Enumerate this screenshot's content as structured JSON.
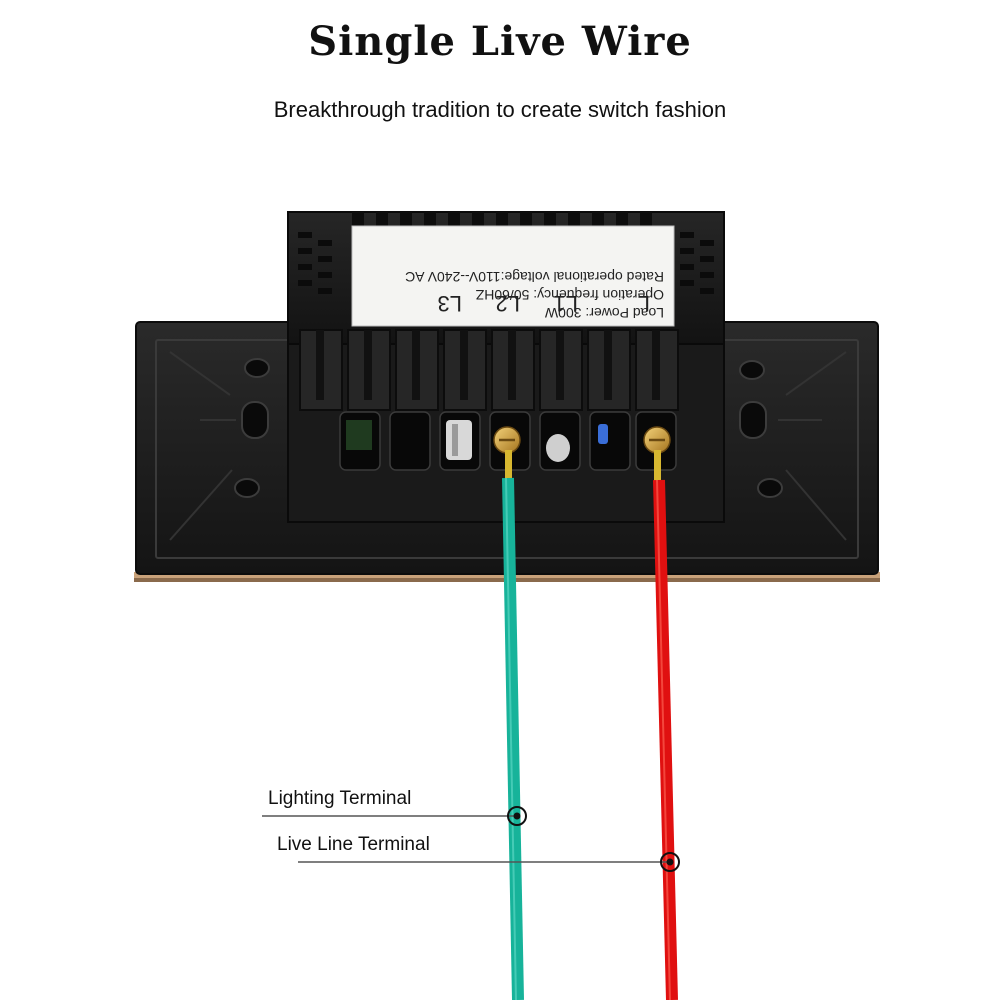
{
  "header": {
    "title": "Single Live Wire",
    "subtitle": "Breakthrough tradition to create switch fashion"
  },
  "device": {
    "label_lines": [
      "Rated operational voltage:110V--240V AC",
      "Operation frequency: 50/60HZ",
      "Load Power: 300W"
    ],
    "terminals": [
      "L",
      "L1",
      "L2",
      "L3"
    ]
  },
  "callouts": {
    "lighting": "Lighting Terminal",
    "live": "Live Line Terminal"
  },
  "colors": {
    "lighting_wire": "#17b39a",
    "live_wire": "#e01010",
    "housing": "#1c1c1c",
    "plate_edge": "#c9a27a"
  }
}
